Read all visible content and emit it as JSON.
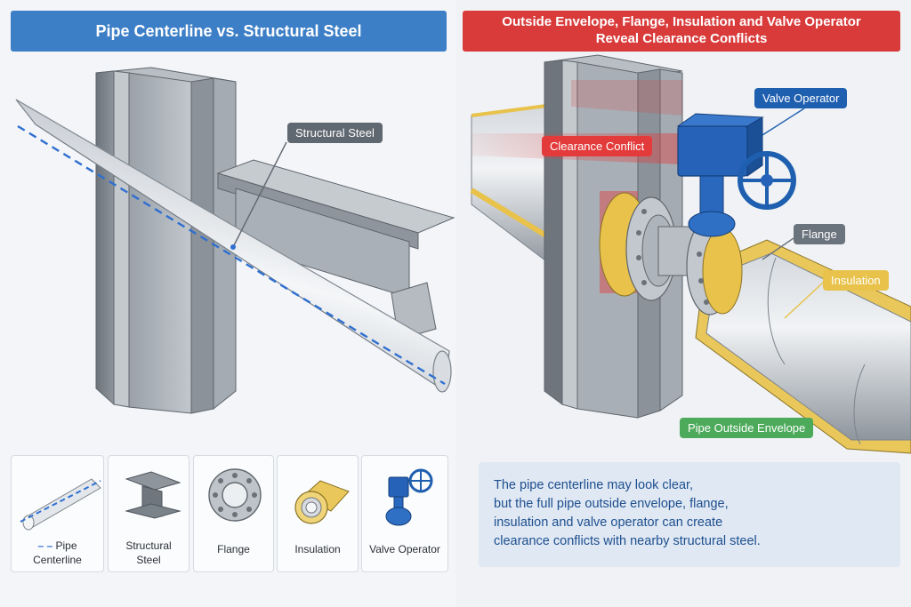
{
  "left_panel": {
    "title": "Pipe Centerline vs. Structural Steel",
    "callout_structural_steel": "Structural Steel"
  },
  "right_panel": {
    "title_line1": "Outside Envelope, Flange, Insulation and Valve Operator",
    "title_line2": "Reveal Clearance Conflicts",
    "callouts": {
      "clearance_conflict": "Clearance Conflict",
      "valve_operator": "Valve Operator",
      "flange": "Flange",
      "insulation": "Insulation",
      "pipe_outside_envelope": "Pipe Outside Envelope"
    },
    "note_lines": [
      "The pipe centerline may look clear,",
      "but the full pipe outside envelope, flange,",
      "insulation and valve operator can create",
      "clearance conflicts with nearby structural steel."
    ]
  },
  "legend": {
    "pipe_centerline_line1": "Pipe",
    "pipe_centerline_line2": "Centerline",
    "structural_steel_line1": "Structural",
    "structural_steel_line2": "Steel",
    "flange": "Flange",
    "insulation": "Insulation",
    "valve_operator": "Valve Operator"
  },
  "colors": {
    "left_banner": "#3d7fc7",
    "right_banner": "#d93b3b",
    "centerline": "#2f6fd0",
    "conflict": "#e33b3b",
    "valve": "#1f5fb0",
    "insulation": "#e8c24a",
    "envelope": "#4caa5a"
  }
}
